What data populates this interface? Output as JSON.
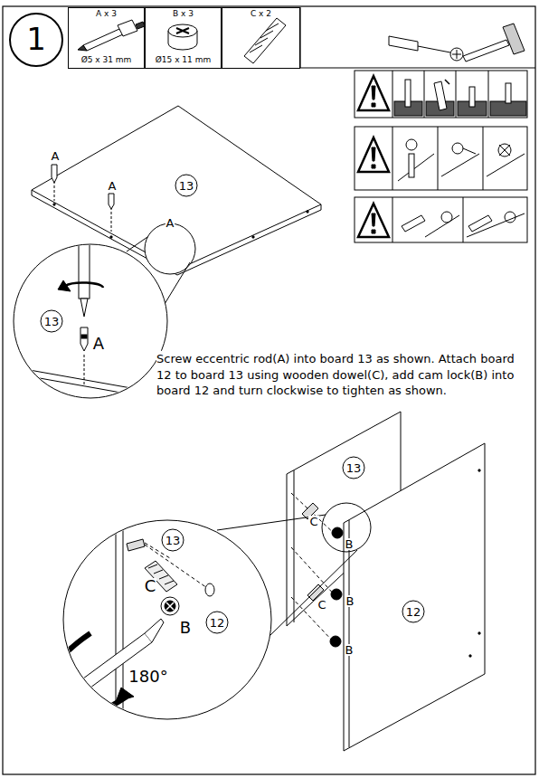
{
  "diagram": {
    "nodes": [
      {
        "text": [
          "1"
        ]
      },
      {
        "text": [
          "A x 3",
          "Ø5 x 31 mm"
        ]
      },
      {
        "text": [
          "B x 3",
          "Ø15 x 11 mm"
        ]
      },
      {
        "text": [
          "C x 2"
        ]
      }
    ],
    "labels": [
      "A",
      "A",
      "A",
      "13",
      "13",
      "A",
      "Screw eccentric rod(A) into board 13 as shown. Attach board 12 to board 13 using wooden dowel(C), add cam lock(B) into board 12 and turn clockwise to tighten as shown.",
      "13",
      "C",
      "B",
      "C",
      "B",
      "B",
      "12",
      "13",
      "C",
      "B",
      "12",
      "180°"
    ]
  }
}
